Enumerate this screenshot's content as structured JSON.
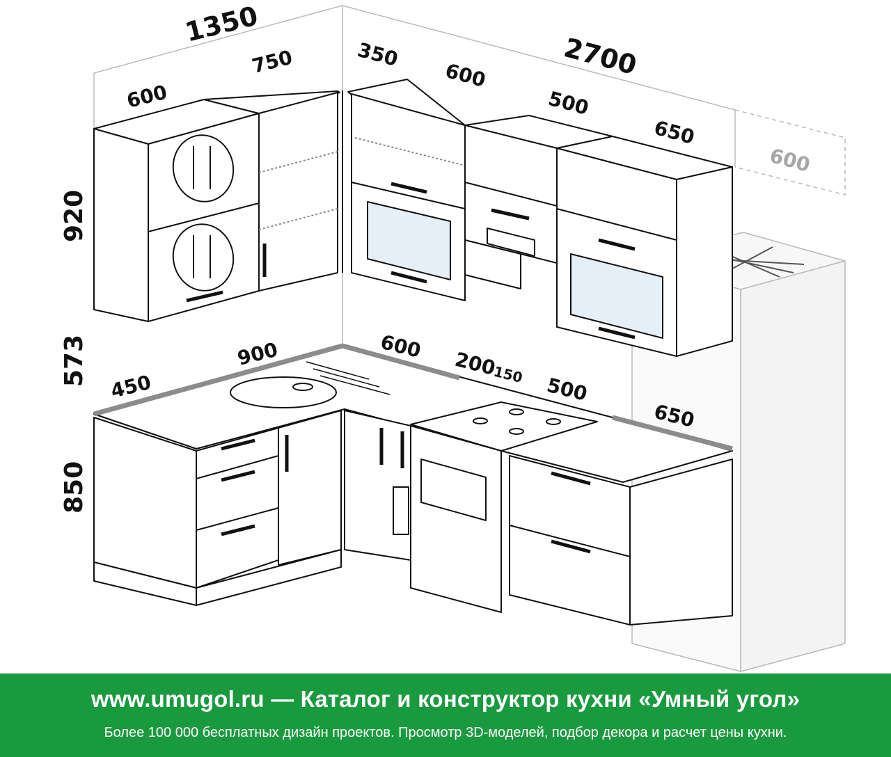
{
  "dimensions": {
    "upper_depth_total": "1350",
    "upper_left_a": "600",
    "upper_left_b": "750",
    "back_total": "2700",
    "back_upper_1": "350",
    "back_upper_2": "600",
    "back_upper_3": "500",
    "back_upper_4": "650",
    "fridge_top": "600",
    "height_upper": "920",
    "height_gap": "573",
    "height_lower": "850",
    "counter_left_a": "450",
    "counter_left_b": "900",
    "counter_back_1": "600",
    "counter_back_2": "200",
    "counter_back_3": "150",
    "counter_back_4": "500",
    "counter_back_5": "650"
  },
  "banner": {
    "title": "www.umugol.ru — Каталог и конструктор кухни «Умный угол»",
    "subtitle": "Более 100 000 бесплатных дизайн проектов. Просмотр 3D-моделей, подбор декора и расчет цены кухни."
  },
  "colors": {
    "banner_bg": "#1a9a3e",
    "line": "#111111",
    "ghost": "#a6a6a6",
    "glass": "#e4eff8",
    "counter_edge": "#8c8c8c"
  },
  "icons": [
    "fork-knife-icon",
    "snowflake-icon",
    "burner-icon"
  ]
}
